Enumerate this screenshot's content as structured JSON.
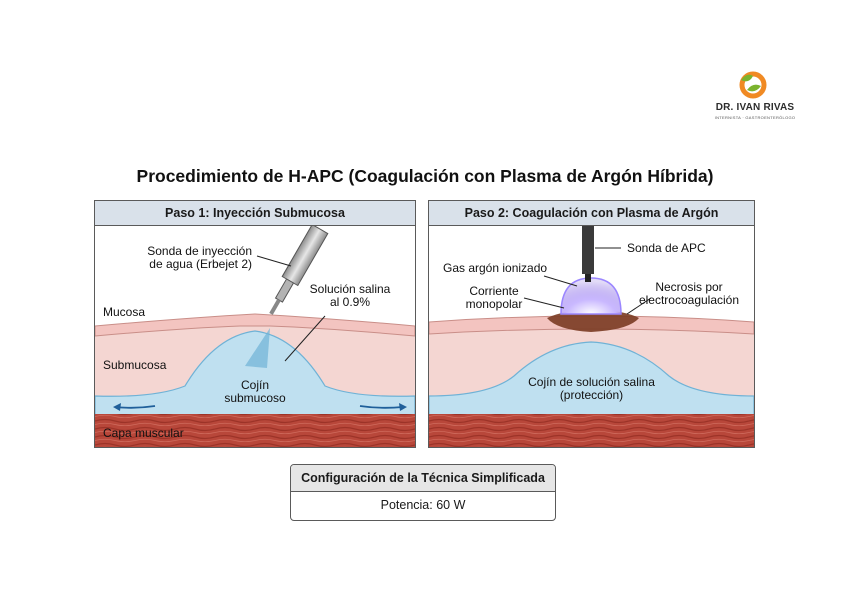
{
  "logo": {
    "name": "DR. IVAN RIVAS",
    "subtitle": "INTERNISTA · GASTROENTERÓLOGO",
    "colors": {
      "green": "#7bb32e",
      "orange": "#f08a24"
    }
  },
  "title": "Procedimiento de H-APC (Coagulación con Plasma de Argón Híbrida)",
  "step1": {
    "header": "Paso 1: Inyección Submucosa",
    "probe_label_line1": "Sonda de inyección",
    "probe_label_line2": "de agua (Erbejet 2)",
    "saline_label_line1": "Solución salina",
    "saline_label_line2": "al 0.9%",
    "layer_mucosa": "Mucosa",
    "layer_submucosa": "Submucosa",
    "layer_muscle": "Capa muscular",
    "cushion_line1": "Cojín",
    "cushion_line2": "submucoso"
  },
  "step2": {
    "header": "Paso 2: Coagulación con Plasma de Argón",
    "probe_label": "Sonda de APC",
    "gas_label": "Gas argón ionizado",
    "current_line1": "Corriente",
    "current_line2": "monopolar",
    "necrosis_line1": "Necrosis por",
    "necrosis_line2": "electrocoagulación",
    "cushion_line1": "Cojín de solución salina",
    "cushion_line2": "(protección)"
  },
  "config": {
    "title": "Configuración de la Técnica Simplificada",
    "power": "Potencia: 60 W"
  },
  "colors": {
    "mucosa": "#f3c4c0",
    "submucosa": "#f4d6d2",
    "muscle": "#b8473a",
    "saline": "#bfe0f0",
    "plasma": "#8a6ee0",
    "header_bg": "#d9e1ea"
  }
}
